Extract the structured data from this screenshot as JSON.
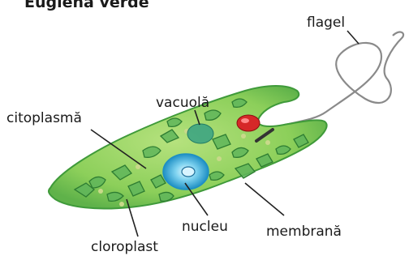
{
  "title": "Euglena verde",
  "labels": {
    "flagel": "flagel",
    "vacuola": "vacuolă",
    "citoplasma": "citoplasmă",
    "nucleu": "nucleu",
    "membrana": "membrană",
    "cloroplast": "cloroplast"
  },
  "colors": {
    "body_fill": "#8ccf5a",
    "body_edge": "#3f9a3a",
    "chloroplast": "#5fb55a",
    "nucleus": "#3aa6d8",
    "vacuole": "#2f9e83",
    "eyespot": "#d62828",
    "line": "#222222"
  }
}
